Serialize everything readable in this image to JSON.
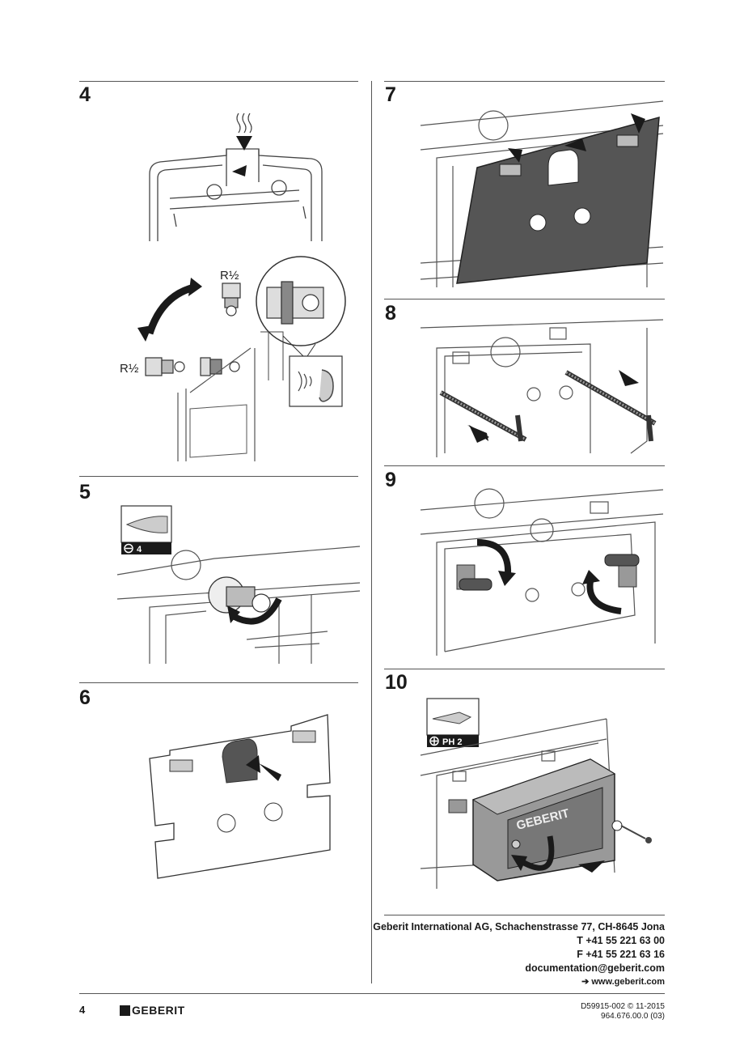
{
  "steps": {
    "s4": {
      "number": "4",
      "labels": [
        "R½",
        "R½"
      ]
    },
    "s5": {
      "number": "5",
      "tool_label": "4"
    },
    "s6": {
      "number": "6"
    },
    "s7": {
      "number": "7"
    },
    "s8": {
      "number": "8"
    },
    "s9": {
      "number": "9"
    },
    "s10": {
      "number": "10",
      "tool_label": "PH 2",
      "box_brand": "GEBERIT"
    }
  },
  "footer": {
    "company": "Geberit International AG, Schachenstrasse 77, CH-8645 Jona",
    "phone": "T +41 55 221 63 00",
    "fax": "F +41 55 221 63 16",
    "email": "documentation@geberit.com",
    "web": "➔ www.geberit.com",
    "page_number": "4",
    "logo": "GEBERIT",
    "doc_id": "D59915-002 © 11-2015",
    "article": "964.676.00.0 (03)"
  }
}
